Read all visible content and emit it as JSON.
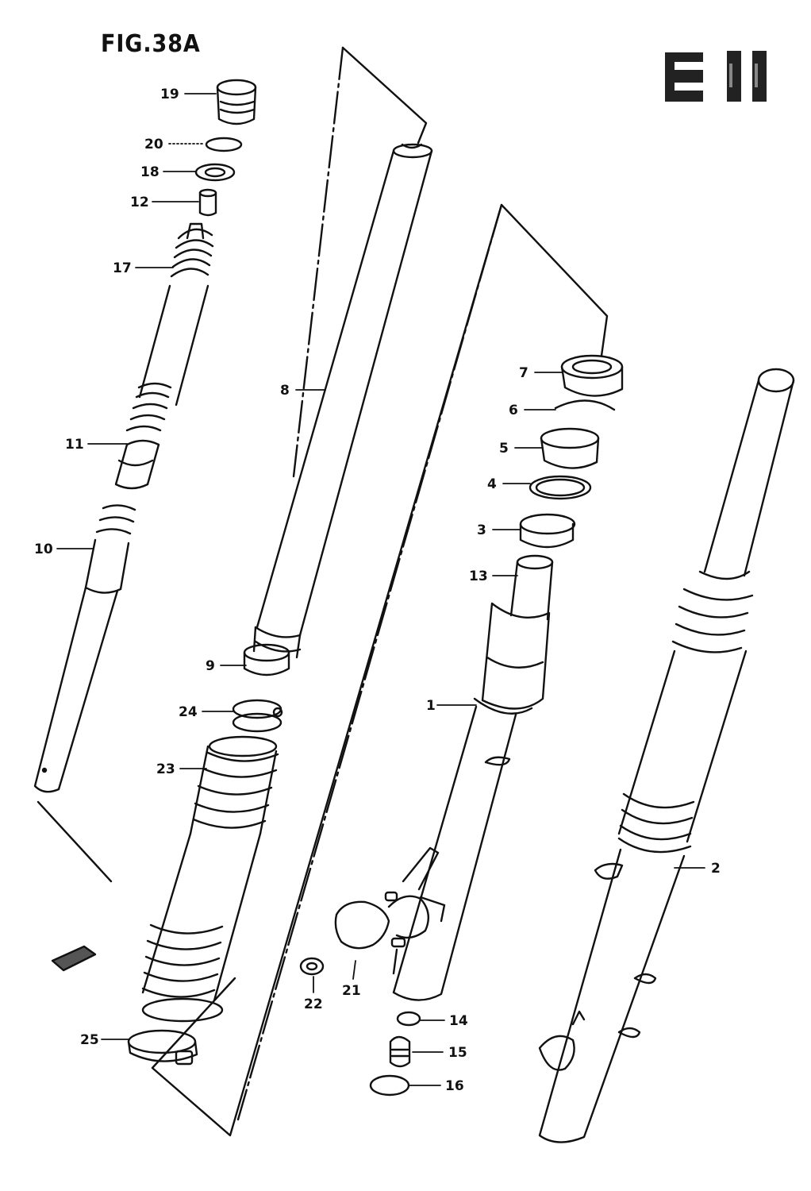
{
  "figure": {
    "title": "FIG.38A",
    "region_mark": "E 11"
  },
  "callouts": {
    "c1": "1",
    "c2": "2",
    "c3": "3",
    "c4": "4",
    "c5": "5",
    "c6": "6",
    "c7": "7",
    "c8": "8",
    "c9": "9",
    "c10": "10",
    "c11": "11",
    "c12": "12",
    "c13": "13",
    "c14": "14",
    "c15": "15",
    "c16": "16",
    "c17": "17",
    "c18": "18",
    "c19": "19",
    "c20": "20",
    "c21": "21",
    "c22": "22",
    "c23": "23",
    "c24": "24",
    "c25": "25"
  },
  "colors": {
    "ink": "#111111",
    "paper": "#ffffff"
  }
}
